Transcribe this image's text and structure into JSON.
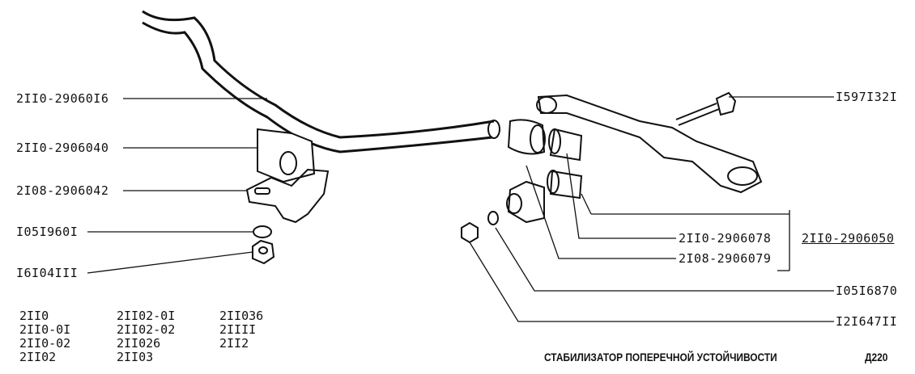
{
  "labels": {
    "stabilizer_bar": "2II0-29060I6",
    "cushion": "2II0-2906040",
    "bracket": "2I08-2906042",
    "washer_left": "I05I960I",
    "nut_left": "I6I04III",
    "bolt": "I597I32I",
    "bushing_outer": "2II0-2906078",
    "bushing_inner": "2I08-2906079",
    "bushing_assembly": "2II0-2906050",
    "washer_right": "I05I6870",
    "nut_right": "I2I647II"
  },
  "models": [
    [
      "2II0",
      "2II0-0I",
      "2II0-02",
      "2II02"
    ],
    [
      "2II02-0I",
      "2II02-02",
      "2II026",
      "2II03"
    ],
    [
      "2II036",
      "2IIII",
      "2II2"
    ]
  ],
  "title": "СТАБИЛИЗАТОР ПОПЕРЕЧНОЙ УСТОЙЧИВОСТИ",
  "page_code": "Д220"
}
